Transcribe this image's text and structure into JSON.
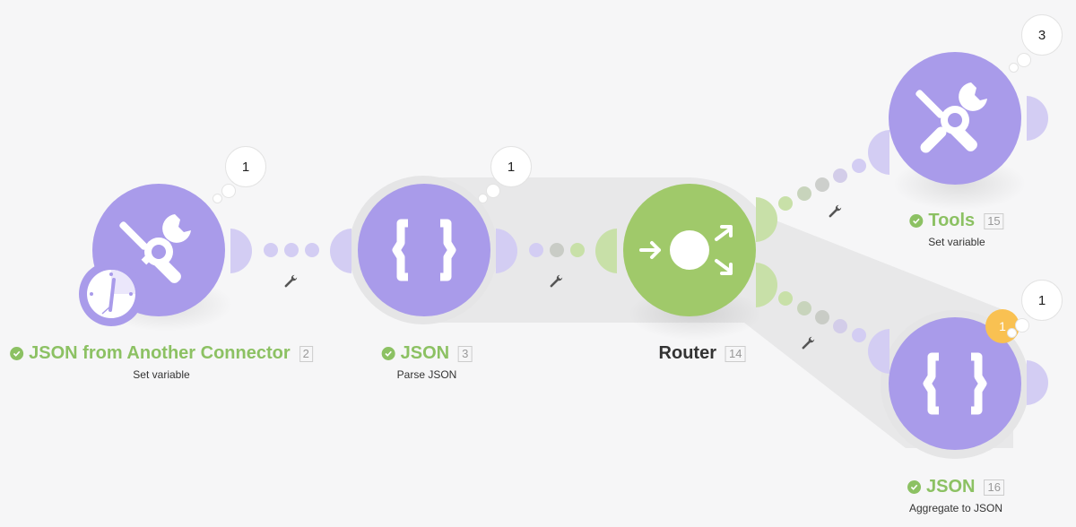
{
  "colors": {
    "module_purple": "#a99bea",
    "module_purple_light": "#d3cdf3",
    "router_green": "#a0c96a",
    "router_green_light": "#c8e0a8",
    "success_green": "#8cc163",
    "warning_orange": "#f9c152",
    "canvas_bg": "#f6f6f7"
  },
  "nodes": [
    {
      "id": "2",
      "title": "JSON from Another Connector",
      "subtitle": "Set variable",
      "icon": "tools-icon",
      "badge_icon": "clock-icon",
      "status": "success",
      "operations_count": "1"
    },
    {
      "id": "3",
      "title": "JSON",
      "subtitle": "Parse JSON",
      "icon": "json-braces-icon",
      "status": "success",
      "operations_count": "1"
    },
    {
      "id": "14",
      "title": "Router",
      "subtitle": "",
      "icon": "router-icon",
      "status": "none"
    },
    {
      "id": "15",
      "title": "Tools",
      "subtitle": "Set variable",
      "icon": "tools-icon",
      "status": "success",
      "operations_count": "3"
    },
    {
      "id": "16",
      "title": "JSON",
      "subtitle": "Aggregate to JSON",
      "icon": "json-braces-icon",
      "status": "success",
      "operations_count": "1",
      "warning_count": "1"
    }
  ],
  "connections": [
    {
      "from": "2",
      "to": "3",
      "icon": "wrench-icon"
    },
    {
      "from": "3",
      "to": "14",
      "icon": "wrench-icon"
    },
    {
      "from": "14",
      "to": "15",
      "icon": "wrench-icon"
    },
    {
      "from": "14",
      "to": "16",
      "icon": "wrench-icon"
    }
  ]
}
